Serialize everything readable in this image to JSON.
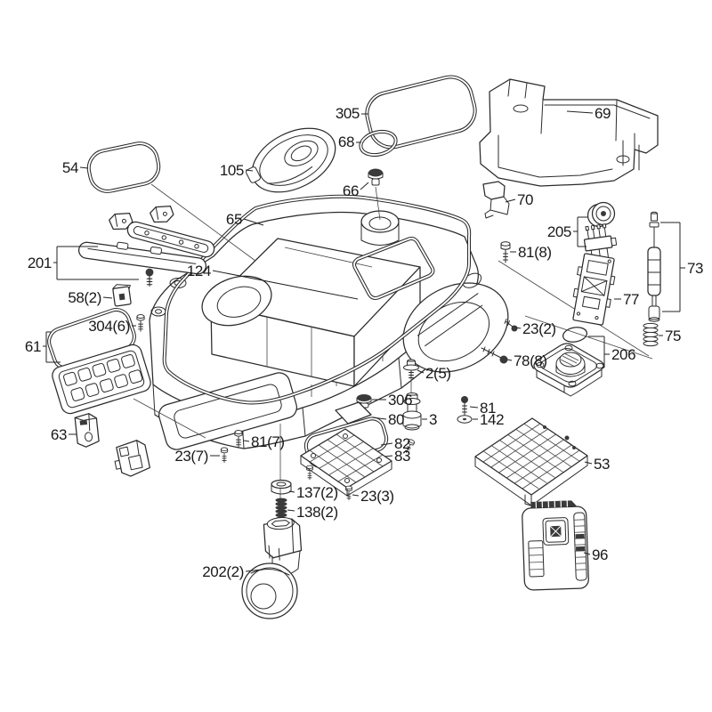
{
  "figure": {
    "type": "exploded-parts-diagram",
    "background": "#ffffff",
    "line_color": "#2b2b2b",
    "callouts": {
      "c305": "305",
      "c68": "68",
      "c69": "69",
      "c54": "54",
      "c105": "105",
      "c66": "66",
      "c70": "70",
      "c65": "65",
      "c201": "201",
      "c124": "124",
      "c58": "58(2)",
      "c304": "304(6)",
      "c61": "61",
      "c205": "205",
      "c81_8": "81(8)",
      "c73": "73",
      "c77": "77",
      "c75": "75",
      "c23_2": "23(2)",
      "c206": "206",
      "c78_8": "78(8)",
      "c2_5": "2(5)",
      "c306": "306",
      "c80": "80",
      "c3": "3",
      "c81": "81",
      "c142": "142",
      "c63": "63",
      "c23_7": "23(7)",
      "c81_7": "81(7)",
      "c82": "82",
      "c83": "83",
      "c23_3": "23(3)",
      "c137": "137(2)",
      "c138": "138(2)",
      "c202": "202(2)",
      "c53": "53",
      "c96": "96"
    }
  }
}
